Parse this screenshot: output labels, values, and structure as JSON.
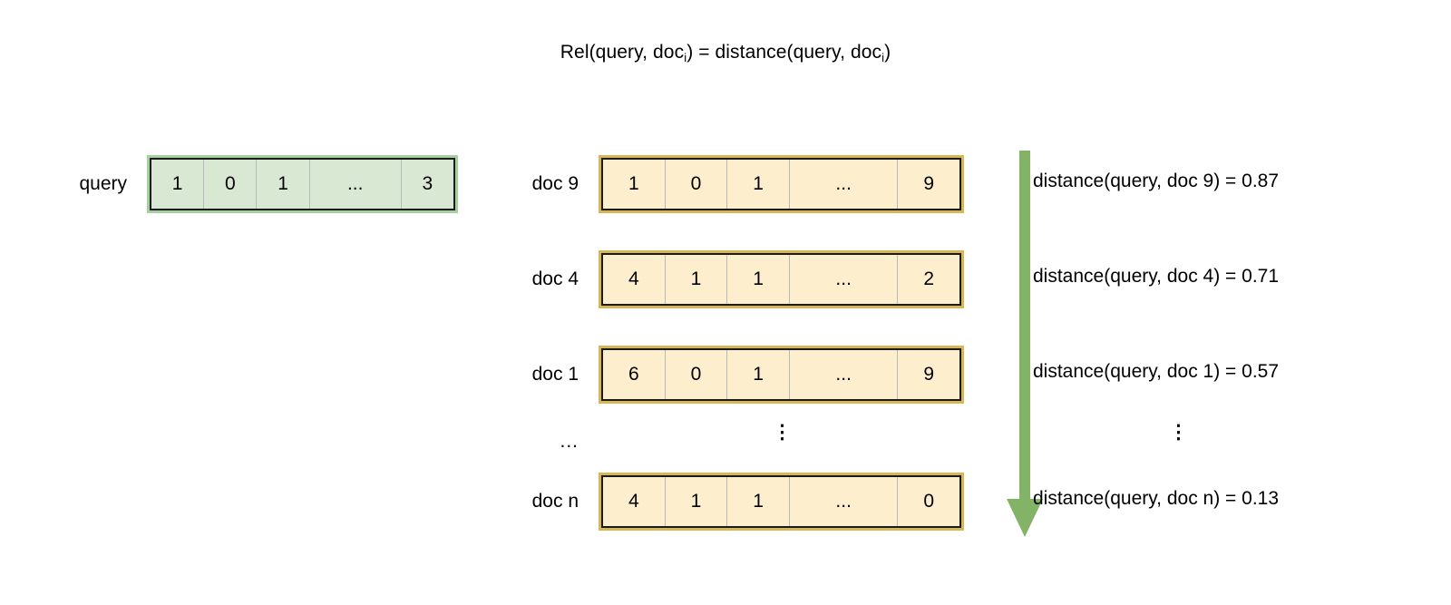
{
  "diagram": {
    "formula": {
      "lhs_prefix": "Rel(query, doc",
      "lhs_sub": "i",
      "mid": ") = distance(query, doc",
      "rhs_sub": "i",
      "suffix": ")"
    },
    "colors": {
      "query_fill": "#d8e8d3",
      "query_border": "#a6cfa0",
      "doc_fill": "#fdeecd",
      "doc_border": "#d6b656",
      "arrow": "#82b366",
      "cell_divider": "#b9b9b9",
      "box_inner_border": "#1b1b1b",
      "text": "#000000",
      "background": "#ffffff"
    },
    "query": {
      "label": "query",
      "values": [
        "1",
        "0",
        "1",
        "...",
        "3"
      ]
    },
    "docs": [
      {
        "label": "doc 9",
        "values": [
          "1",
          "0",
          "1",
          "...",
          "9"
        ],
        "distance": "distance(query, doc 9) = 0.87"
      },
      {
        "label": "doc 4",
        "values": [
          "4",
          "1",
          "1",
          "...",
          "2"
        ],
        "distance": "distance(query, doc 4) = 0.71"
      },
      {
        "label": "doc 1",
        "values": [
          "6",
          "0",
          "1",
          "...",
          "9"
        ],
        "distance": "distance(query, doc 1) = 0.57"
      },
      {
        "label": "doc n",
        "values": [
          "4",
          "1",
          "1",
          "...",
          "0"
        ],
        "distance": "distance(query, doc n) = 0.13"
      }
    ],
    "ellipsis": {
      "label_dots": "...",
      "vertical_dots": "⋮",
      "right_vertical_dots": "⋮"
    },
    "arrow": {
      "name": "ranking-order-arrow",
      "direction": "down"
    }
  }
}
